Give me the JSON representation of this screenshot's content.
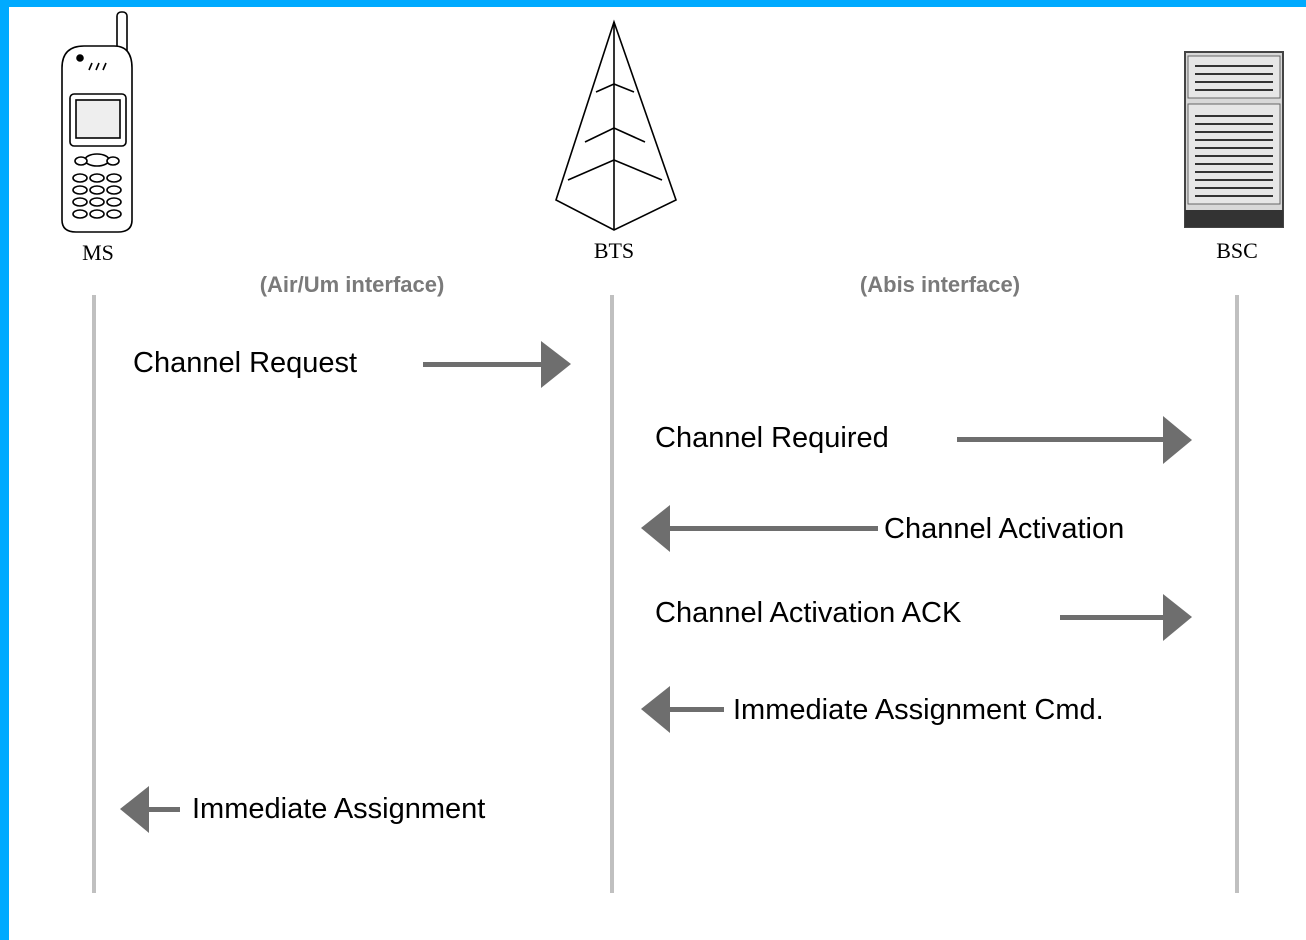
{
  "entities": {
    "ms": {
      "label": "MS",
      "icon": "mobile-phone-icon"
    },
    "bts": {
      "label": "BTS",
      "icon": "antenna-tower-icon"
    },
    "bsc": {
      "label": "BSC",
      "icon": "server-cabinet-icon"
    }
  },
  "interfaces": {
    "air": "(Air/Um interface)",
    "abis": "(Abis interface)"
  },
  "messages": [
    {
      "label": "Channel Request",
      "from": "MS",
      "to": "BTS"
    },
    {
      "label": "Channel Required",
      "from": "BTS",
      "to": "BSC"
    },
    {
      "label": "Channel Activation",
      "from": "BSC",
      "to": "BTS"
    },
    {
      "label": "Channel Activation ACK",
      "from": "BTS",
      "to": "BSC"
    },
    {
      "label": "Immediate Assignment Cmd.",
      "from": "BSC",
      "to": "BTS"
    },
    {
      "label": "Immediate Assignment",
      "from": "BTS",
      "to": "MS"
    }
  ],
  "colors": {
    "frame": "#00aaff",
    "lifeline": "#c0c0c0",
    "arrow": "#6e6e6e",
    "interface_text": "#7a7a7a"
  }
}
